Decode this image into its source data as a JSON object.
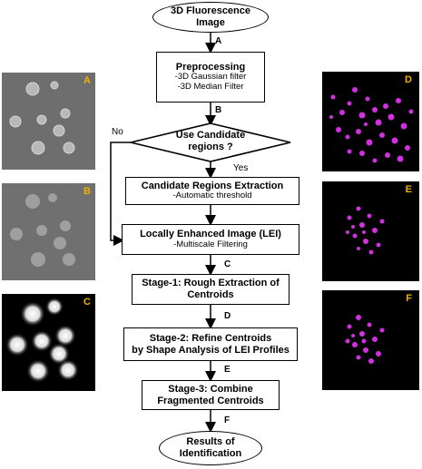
{
  "flow": {
    "start": {
      "line1": "3D Fluorescence",
      "line2": "Image"
    },
    "preprocessing": {
      "title": "Preprocessing",
      "line1": "-3D Gaussian filter",
      "line2": "-3D Median Filter"
    },
    "decision": {
      "line1": "Use Candidate",
      "line2": "regions ?"
    },
    "candidate": {
      "title": "Candidate Regions Extraction",
      "sub": "-Automatic threshold"
    },
    "lei": {
      "title": "Locally Enhanced Image (LEI)",
      "sub": "-Multiscale Filtering"
    },
    "stage1": {
      "line1": "Stage-1: Rough Extraction of",
      "line2": "Centroids"
    },
    "stage2": {
      "line1": "Stage-2: Refine Centroids",
      "line2": "by Shape Analysis of LEI Profiles"
    },
    "stage3": {
      "line1": "Stage-3: Combine",
      "line2": "Fragmented Centroids"
    },
    "end": {
      "line1": "Results of",
      "line2": "Identification"
    },
    "labels": {
      "yes": "Yes",
      "no": "No"
    },
    "edges": [
      "A",
      "B",
      "C",
      "D",
      "E",
      "F"
    ]
  },
  "panels": {
    "left": [
      "A",
      "B",
      "C"
    ],
    "right": [
      "D",
      "E",
      "F"
    ]
  },
  "colors": {
    "accent": "#f0b000",
    "magenta": "#d030e0",
    "line": "#000000"
  }
}
